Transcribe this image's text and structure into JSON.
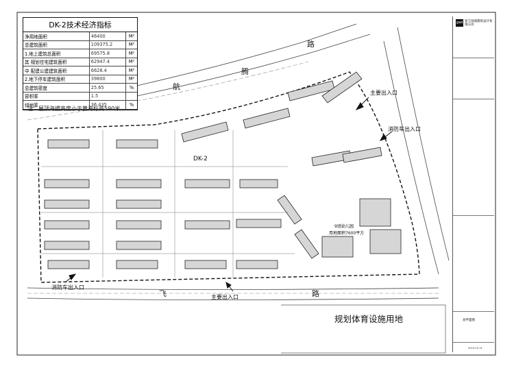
{
  "stats": {
    "title": "DK-2技术经济指标",
    "rows": [
      {
        "label": "净用地面积",
        "value": "46400",
        "unit": "M²"
      },
      {
        "label": "总建筑面积",
        "value": "109375.2",
        "unit": "M²"
      },
      {
        "label": "1.地上建筑总面积",
        "value": "69575.8",
        "unit": "M²"
      },
      {
        "label": "其 规划住宅建筑面积",
        "value": "62947.4",
        "unit": "M²"
      },
      {
        "label": "中 配建公建建筑面积",
        "value": "6628.4",
        "unit": "M²"
      },
      {
        "label": "2.地下停车建筑面积",
        "value": "39800",
        "unit": "M²"
      },
      {
        "label": "总建筑密度",
        "value": "25.65",
        "unit": "%"
      },
      {
        "label": "容积率",
        "value": "1.5",
        "unit": ""
      },
      {
        "label": "绿地率",
        "value": "36.435",
        "unit": "%"
      }
    ],
    "note": "注：屋顶海拔高度小于黄海标高590米"
  },
  "labels": {
    "road_north": [
      "航",
      "腾",
      "路"
    ],
    "road_south": [
      "飞",
      "路"
    ],
    "main_entrance_east": "主要出入口",
    "main_entrance_south": "主要出入口",
    "fire_entrance_east": "消防车出入口",
    "fire_entrance_south": "消防车出入口",
    "plot_id": "DK-2",
    "kindergarten": "9班幼儿园",
    "kindergarten_area": "用地面积7600平方",
    "sports_land": "规划体育设施用地"
  },
  "title_block": {
    "firm_name": "浙江绿城建筑设计有限公司",
    "logo_text": "gad",
    "sheet_name": "总平面图",
    "date": "2019.03.14"
  },
  "colors": {
    "line": "#222222",
    "building_fill": "#d6d6d6",
    "site_boundary": "#111111"
  }
}
